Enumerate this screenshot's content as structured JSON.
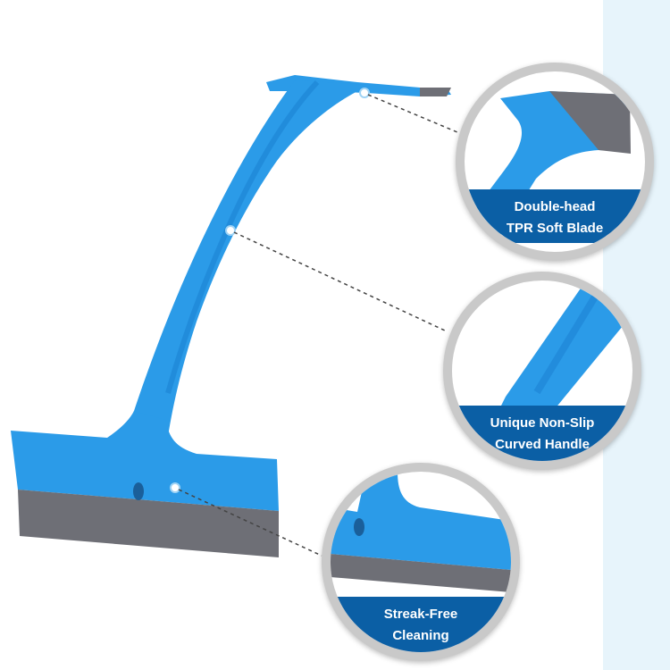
{
  "callouts": [
    {
      "line1": "Double-head",
      "line2": "TPR  Soft Blade",
      "icon": "blade-closeup"
    },
    {
      "line1": "Unique Non-Slip",
      "line2": "Curved Handle",
      "icon": "handle-closeup"
    },
    {
      "line1": "Streak-Free",
      "line2": "Cleaning",
      "icon": "bottom-blade-closeup"
    }
  ],
  "colors": {
    "product_blue": "#2b9be8",
    "product_blue_dark": "#1a7fd0",
    "blade_gray": "#6e6f76",
    "banner_blue": "#0b5fa5",
    "ring_gray": "#c9c9c9"
  }
}
